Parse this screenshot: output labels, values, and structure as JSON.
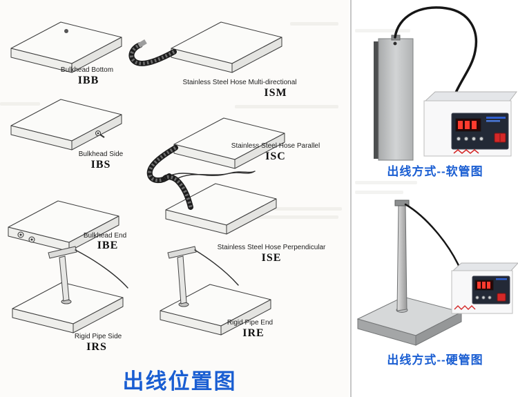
{
  "page": {
    "accent_blue": "#1a5ed2"
  },
  "left_diagram": {
    "title": "出线位置图",
    "items": [
      {
        "name": "Bulkhead Bottom",
        "code": "IBB"
      },
      {
        "name": "Stainless Steel Hose Multi-directional",
        "code": "ISM"
      },
      {
        "name": "Bulkhead Side",
        "code": "IBS"
      },
      {
        "name": "Stainless Steel Hose Parallel",
        "code": "ISC"
      },
      {
        "name": "Bulkhead End",
        "code": "IBE"
      },
      {
        "name": "Stainless Steel Hose Perpendicular",
        "code": "ISE"
      },
      {
        "name": "Rigid Pipe Side",
        "code": "IRS"
      },
      {
        "name": "Rigid Pipe End",
        "code": "IRE"
      }
    ]
  },
  "right_panel": {
    "flexible_caption": "出线方式--软管图",
    "rigid_caption": "出线方式--硬管图"
  }
}
